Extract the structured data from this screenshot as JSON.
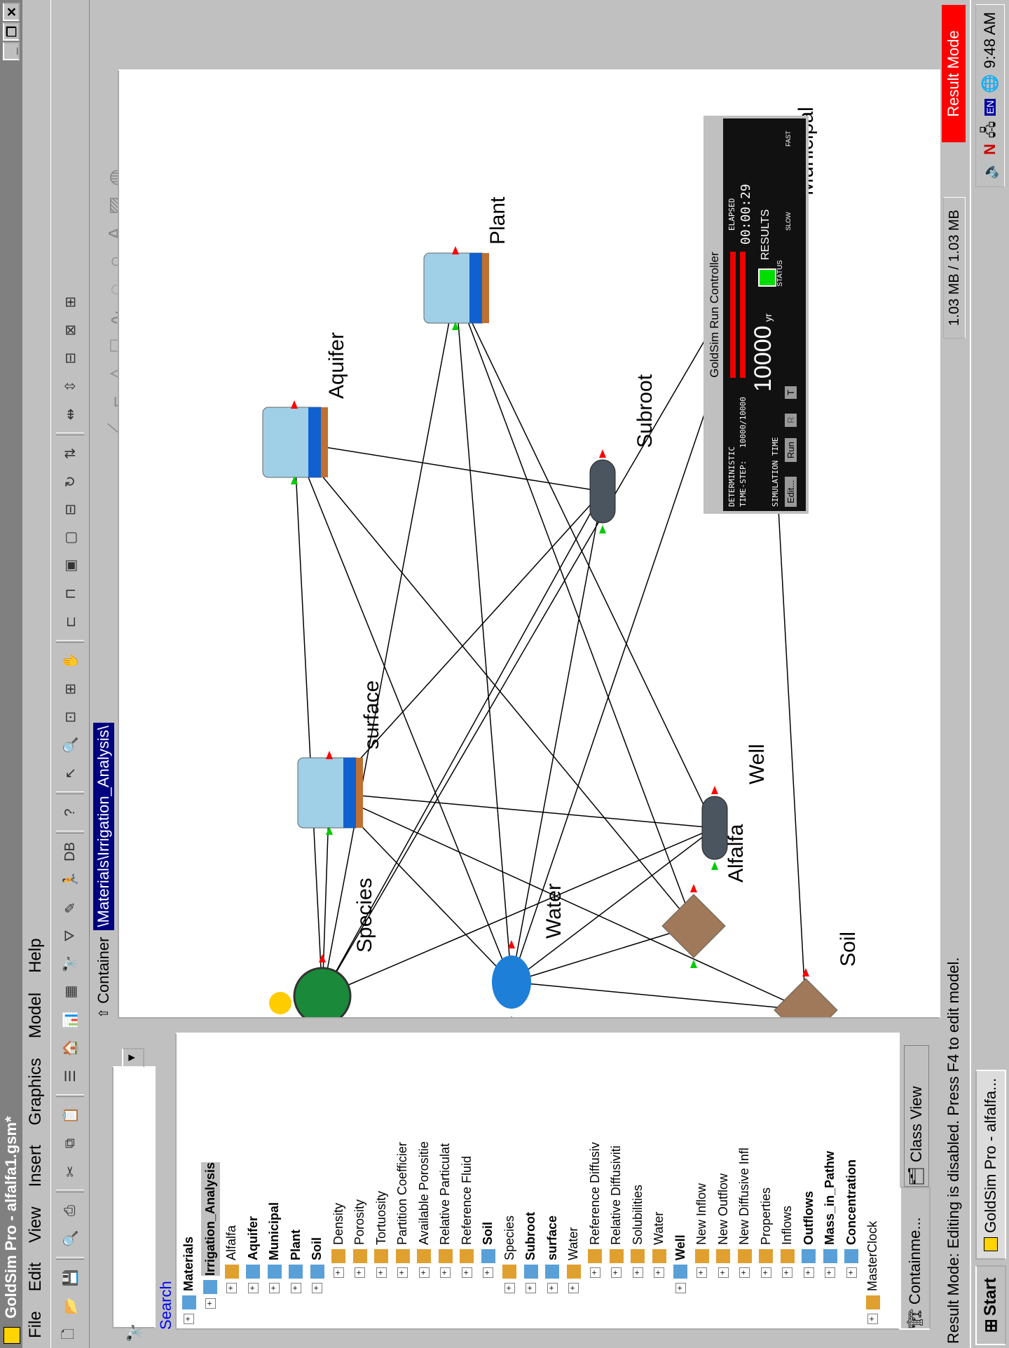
{
  "window": {
    "title": "GoldSim Pro - alfalfa1.gsm*",
    "minimize": "_",
    "restore": "❐",
    "close": "✕"
  },
  "menu": [
    "File",
    "Edit",
    "View",
    "Insert",
    "Graphics",
    "Model",
    "Help"
  ],
  "search": {
    "label": "Search"
  },
  "container": {
    "label": "Container",
    "path": "\\Materials\\Irrigation_Analysis\\"
  },
  "tree": [
    {
      "label": "Materials",
      "bold": true,
      "indent": 0
    },
    {
      "label": "Irrigation_Analysis",
      "bold": true,
      "indent": 1,
      "selected": true
    },
    {
      "label": "Alfalfa",
      "bold": false,
      "indent": 2
    },
    {
      "label": "Aquifer",
      "bold": true,
      "indent": 2
    },
    {
      "label": "Municipal",
      "bold": true,
      "indent": 2
    },
    {
      "label": "Plant",
      "bold": true,
      "indent": 2
    },
    {
      "label": "Soil",
      "bold": true,
      "indent": 2
    },
    {
      "label": "Density",
      "bold": false,
      "indent": 3
    },
    {
      "label": "Porosity",
      "bold": false,
      "indent": 3
    },
    {
      "label": "Tortuosity",
      "bold": false,
      "indent": 3
    },
    {
      "label": "Partition Coefficier",
      "bold": false,
      "indent": 3
    },
    {
      "label": "Available Porositie",
      "bold": false,
      "indent": 3
    },
    {
      "label": "Relative Particulat",
      "bold": false,
      "indent": 3
    },
    {
      "label": "Reference Fluid",
      "bold": false,
      "indent": 3
    },
    {
      "label": "Soil",
      "bold": true,
      "indent": 3
    },
    {
      "label": "Species",
      "bold": false,
      "indent": 2
    },
    {
      "label": "Subroot",
      "bold": true,
      "indent": 2
    },
    {
      "label": "surface",
      "bold": true,
      "indent": 2
    },
    {
      "label": "Water",
      "bold": false,
      "indent": 2
    },
    {
      "label": "Reference Diffusiv",
      "bold": false,
      "indent": 3
    },
    {
      "label": "Relative Diffusiviti",
      "bold": false,
      "indent": 3
    },
    {
      "label": "Solubilities",
      "bold": false,
      "indent": 3
    },
    {
      "label": "Water",
      "bold": false,
      "indent": 3
    },
    {
      "label": "Well",
      "bold": true,
      "indent": 2
    },
    {
      "label": "New Inflow",
      "bold": false,
      "indent": 3
    },
    {
      "label": "New Outflow",
      "bold": false,
      "indent": 3
    },
    {
      "label": "New Diffusive Infl",
      "bold": false,
      "indent": 3
    },
    {
      "label": "Properties",
      "bold": false,
      "indent": 3
    },
    {
      "label": "Inflows",
      "bold": false,
      "indent": 3
    },
    {
      "label": "Outflows",
      "bold": true,
      "indent": 3
    },
    {
      "label": "Mass_in_Pathw",
      "bold": true,
      "indent": 3
    },
    {
      "label": "Concentration",
      "bold": true,
      "indent": 3
    },
    {
      "label": "MasterClock",
      "bold": false,
      "indent": 0
    }
  ],
  "tabs": {
    "containment": "Containme...",
    "class_view": "Class View"
  },
  "nodes": [
    {
      "id": "aquifer",
      "label": "Aquifer",
      "type": "cell"
    },
    {
      "id": "plant",
      "label": "Plant",
      "type": "cell"
    },
    {
      "id": "municipal",
      "label": "Municipal",
      "type": "cell"
    },
    {
      "id": "subroot",
      "label": "Subroot",
      "type": "pipe"
    },
    {
      "id": "surface",
      "label": "surface",
      "type": "cell"
    },
    {
      "id": "well",
      "label": "Well",
      "type": "pipe"
    },
    {
      "id": "alfalfa",
      "label": "Alfalfa",
      "type": "solid"
    },
    {
      "id": "soil",
      "label": "Soil",
      "type": "solid"
    },
    {
      "id": "species",
      "label": "Species",
      "type": "species"
    },
    {
      "id": "water",
      "label": "Water",
      "type": "fluid"
    }
  ],
  "run_controller": {
    "title": "GoldSim Run Controller",
    "mode": "DETERMINISTIC",
    "timestep_label": "TIME-STEP:",
    "timestep": "10000/10000",
    "elapsed_label": "ELAPSED",
    "elapsed": "00:00:29",
    "sim_time_label": "SIMULATION TIME",
    "sim_time": "10000",
    "sim_time_unit": "yr",
    "results_label": "RESULTS",
    "status_label": "STATUS",
    "buttons": [
      "Edit...",
      "Run",
      "R",
      "T"
    ],
    "slow": "SLOW",
    "fast": "FAST"
  },
  "status": {
    "message": "Result Mode: Editing is disabled. Press F4 to edit model.",
    "memory": "1.03 MB / 1.03 MB",
    "mode": "Result Mode"
  },
  "taskbar": {
    "start": "Start",
    "task": "GoldSim Pro - alfalfa...",
    "time": "9:48 AM",
    "lang": "EN"
  },
  "colors": {
    "result_mode_bg": "#ff0000",
    "selection": "#000080",
    "inlet": "#00cc00",
    "outlet": "#ff0000"
  }
}
